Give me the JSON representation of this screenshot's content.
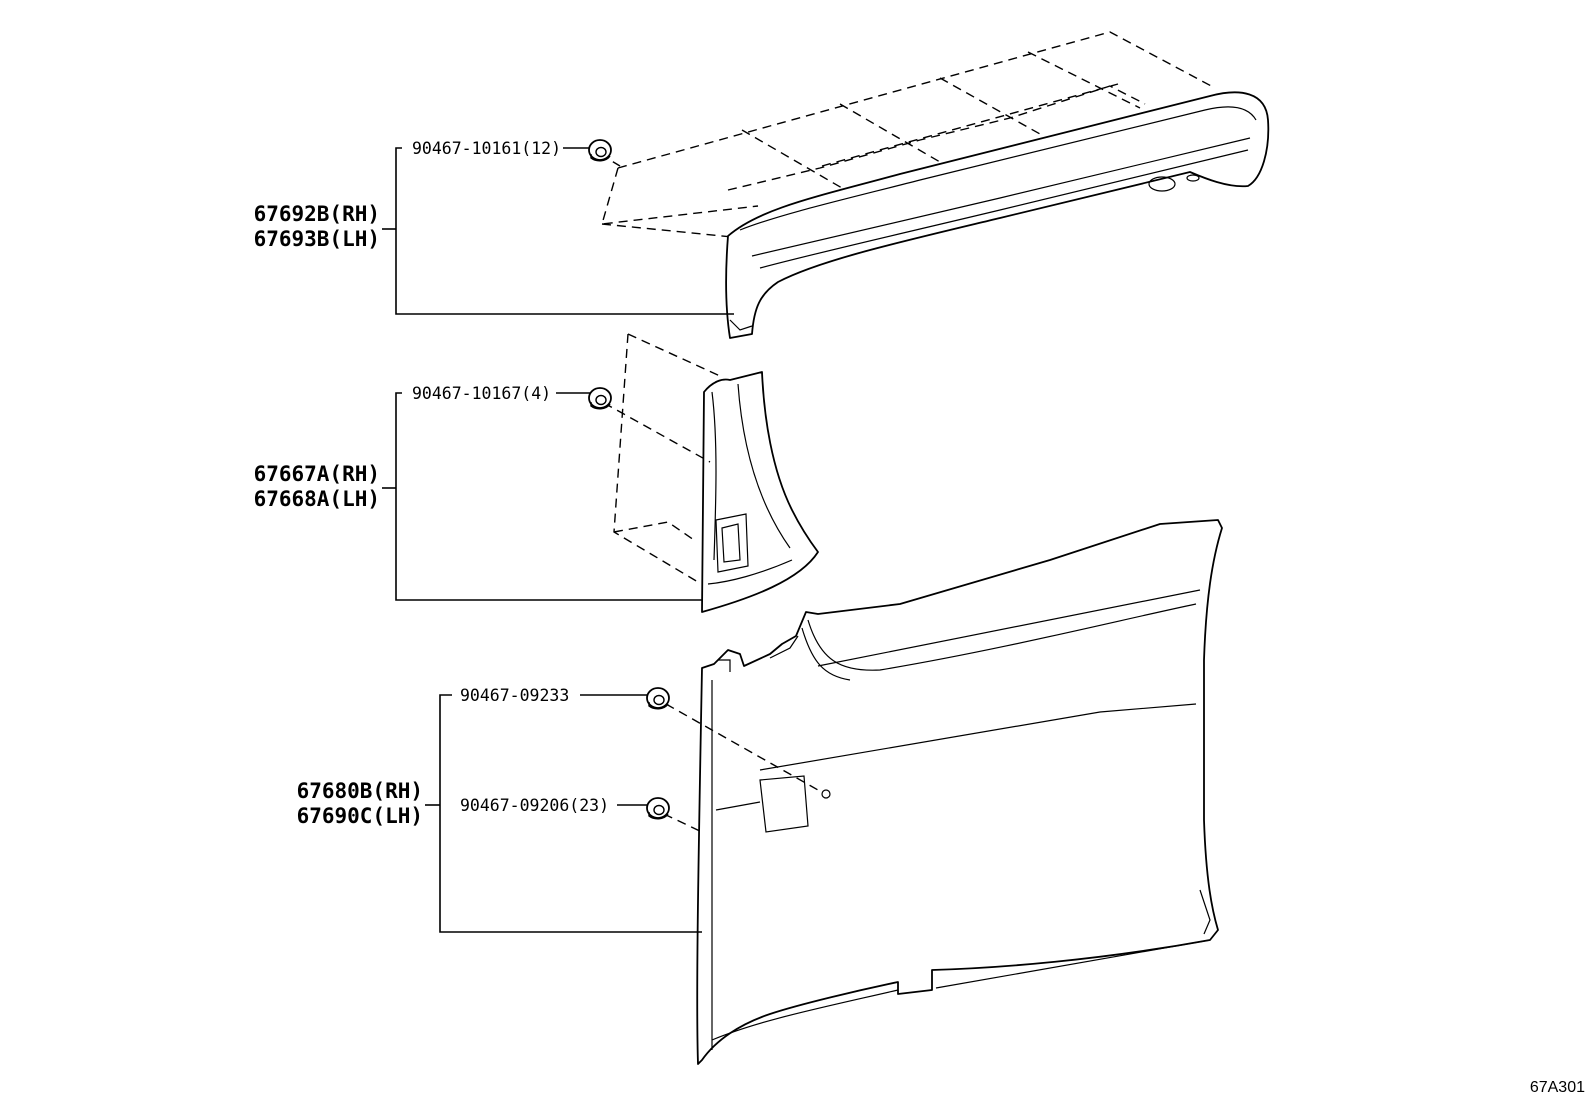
{
  "figure_id": "67A301",
  "groups": [
    {
      "id": "upper-garnish",
      "parts": [
        "67692B(RH)",
        "67693B(LH)"
      ],
      "clip": {
        "number": "90467-10161",
        "qty": "(12)"
      }
    },
    {
      "id": "pillar-garnish",
      "parts": [
        "67667A(RH)",
        "67668A(LH)"
      ],
      "clip": {
        "number": "90467-10167",
        "qty": "(4)"
      }
    },
    {
      "id": "quarter-trim-panel",
      "parts": [
        "67680B(RH)",
        "67690C(LH)"
      ],
      "clips": [
        {
          "number": "90467-09233",
          "qty": ""
        },
        {
          "number": "90467-09206",
          "qty": "(23)"
        }
      ]
    }
  ]
}
